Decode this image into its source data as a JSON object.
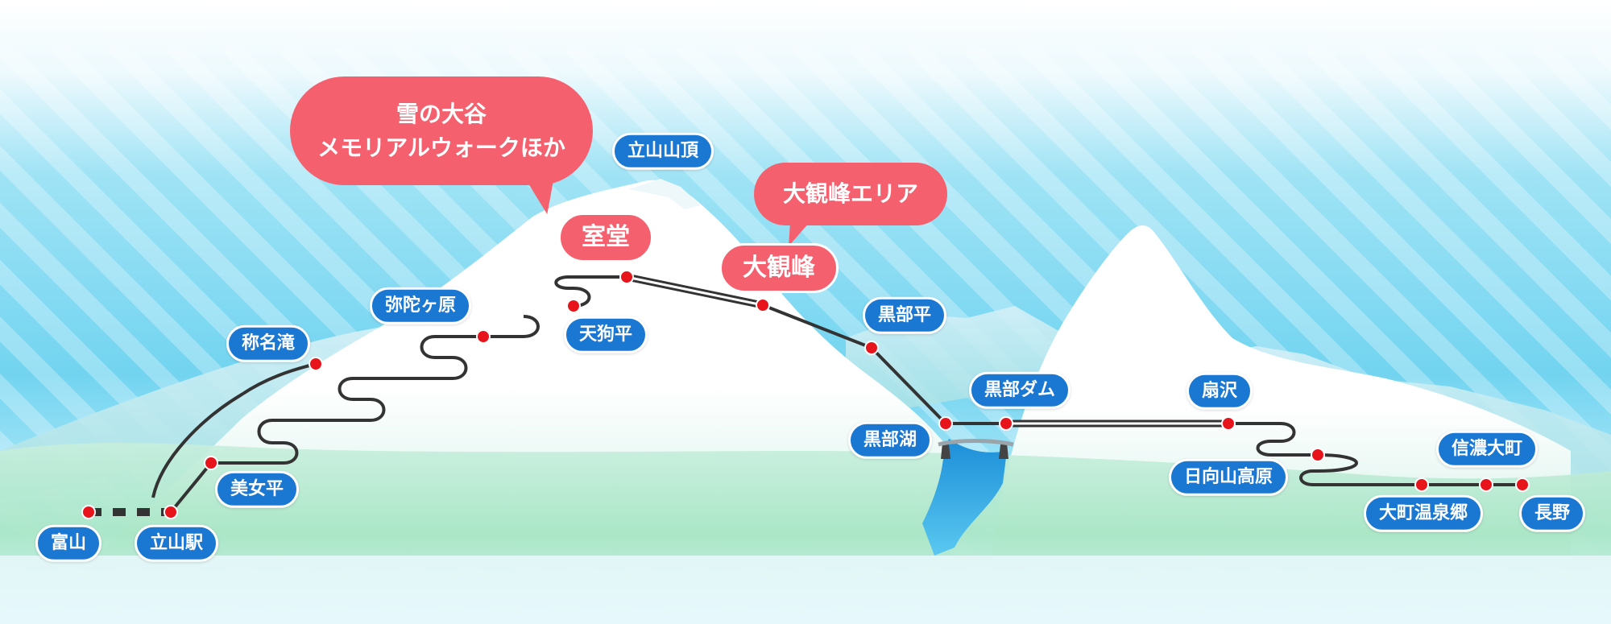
{
  "colors": {
    "station_label_bg": "#1a78d2",
    "highlight": "#f5606f",
    "station_dot": "#e8141c",
    "route_line": "#333333",
    "sky": "#7fd9f2"
  },
  "highlights": {
    "murodo": "室堂",
    "daikanbo": "大観峰"
  },
  "callouts": {
    "murodo_line1": "雪の大谷",
    "murodo_line2": "メモリアルウォークほか",
    "daikanbo": "大観峰エリア"
  },
  "labels": {
    "tateyama_summit": "立山山頂",
    "midagahara": "弥陀ヶ原",
    "shomyodaki": "称名滝",
    "tengudaira": "天狗平",
    "kurobedaira": "黒部平",
    "kurobe_dam": "黒部ダム",
    "kurobeko": "黒部湖",
    "ogizawa": "扇沢",
    "hinatayama_kogen": "日向山高原",
    "shinano_omachi": "信濃大町",
    "omachi_onsenkyo": "大町温泉郷",
    "nagano": "長野",
    "bijodaira": "美女平",
    "toyama": "富山",
    "tateyama_station": "立山駅"
  }
}
